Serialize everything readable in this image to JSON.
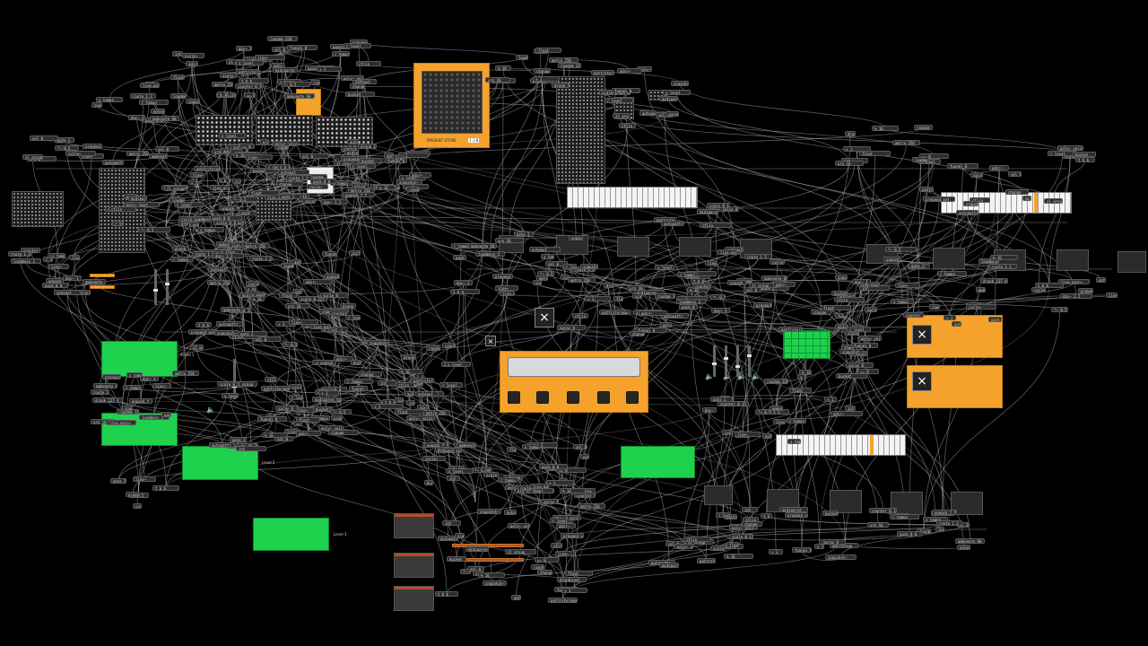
{
  "app": {
    "title": ""
  },
  "colors": {
    "background": "#000000",
    "wire": "#b8b8b8",
    "object_bg": "#2e2e2e",
    "orange_panel": "#f5a22d",
    "green_panel": "#1ed24e",
    "keyboard_highlight": "#f5a22d"
  },
  "icons": {
    "close": "×",
    "speaker": "🔈"
  },
  "comments": {
    "level1": "Level 1",
    "level2": "Level 2",
    "level3": "Level 3",
    "preset_name": "PRESENT STORE",
    "preset_num": "1 1 8"
  },
  "objects": [
    "loadmess 1",
    "metro 250",
    "counter 0 15",
    "s tempo",
    "r tempo",
    "route 1 2",
    "pack 0 0",
    "unpack f f",
    "noteout",
    "makenote 60 250",
    "live.gain~",
    "dac~ 1 2",
    "line~",
    "*~ 0.5",
    "cycle~",
    "gate 2",
    "prepend set",
    "t b b",
    "sel 0",
    "zl group",
    "pattrstorage",
    "autopattr",
    "poly~ voice 8",
    "midiparse",
    "ctlin",
    "scale 0 127 0 1",
    "s level",
    "r level",
    "adsr~",
    "snapshot~",
    "spray 8",
    "funnel 8",
    "bucket",
    "change",
    "int",
    "float",
    "+ 1",
    "% 16",
    "== 0",
    "random 128",
    "drunk 127 4",
    "urn 16"
  ],
  "orange_mixer": {
    "channels": 5,
    "pads": 5
  },
  "faders": [
    {
      "level": 0.4
    },
    {
      "level": 0.6
    },
    {
      "level": 0.3
    },
    {
      "level": 0.7
    }
  ]
}
